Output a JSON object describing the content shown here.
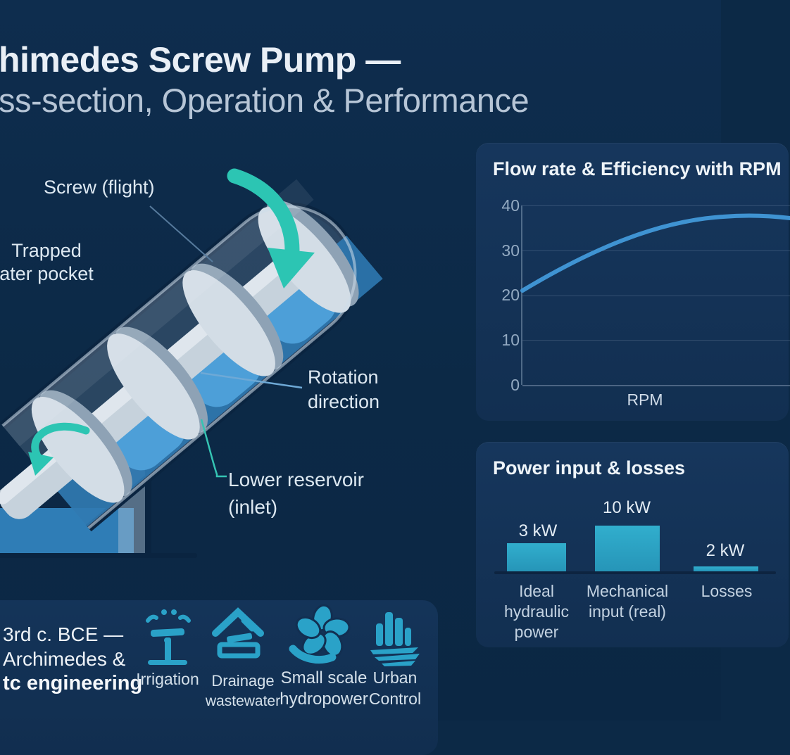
{
  "colors": {
    "background": "#0c2946",
    "card": "#14345a",
    "accent_teal_arrow": "#2cc5b3",
    "accent_teal_bar": "#2aa2c8",
    "curve_blue": "#3f93d2",
    "water_blue": "#4d9fd8",
    "flight_gray": "#d3dde6",
    "text_primary": "#e9f0f7",
    "text_secondary": "#c3d2e1",
    "tick_gray": "#93aac2"
  },
  "title": {
    "line1": "himedes Screw Pump —",
    "line2": "ss-section, Operation & Performance"
  },
  "diagram_labels": {
    "screw_flight": "Screw (flight)",
    "trapped_l1": "Trapped",
    "trapped_l2": "ater pocket",
    "rotation_l1": "Rotation",
    "rotation_l2": "direction",
    "lower_l1": "Lower reservoir",
    "lower_l2": "(inlet)"
  },
  "chart_data": [
    {
      "type": "line",
      "title": "Flow rate & Efficiency with RPM",
      "xlabel": "RPM",
      "ylabel": "",
      "ylim": [
        0,
        40
      ],
      "yticks_top_to_bottom": [
        40,
        30,
        20,
        10,
        0
      ],
      "x_ticks_visible": false,
      "grid": true,
      "legend": "none",
      "points_rpm_percent_vs_value": [
        [
          0,
          21
        ],
        [
          25,
          28
        ],
        [
          50,
          33.5
        ],
        [
          75,
          36.5
        ],
        [
          100,
          37.5
        ]
      ]
    },
    {
      "type": "bar",
      "title": "Power input & losses",
      "unit": "kW",
      "categories": [
        "Ideal hydraulic power",
        "Mechanical input (real)",
        "Losses"
      ],
      "categories_lines": [
        [
          "Ideal",
          "hydraulic",
          "power"
        ],
        [
          "Mechanical",
          "input (real)"
        ],
        [
          "Losses"
        ]
      ],
      "values": [
        3,
        10,
        2
      ],
      "value_labels": [
        "3 kW",
        "10 kW",
        "2 kW"
      ],
      "grid": false,
      "legend": "none"
    }
  ],
  "footer": {
    "era_line1": "3rd c. BCE —",
    "era_line2": "Archimedes &",
    "era_line3": "tc engineering",
    "applications": [
      {
        "icon": "irrigation-icon",
        "label_l1": "Irrigation",
        "label_l2": ""
      },
      {
        "icon": "drainage-icon",
        "label_l1": "Drainage",
        "label_l2": "wastewater"
      },
      {
        "icon": "hydropower-icon",
        "label_l1": "Small scale",
        "label_l2": "hydropower"
      },
      {
        "icon": "urban-icon",
        "label_l1": "Urban",
        "label_l2": "Control"
      }
    ]
  }
}
